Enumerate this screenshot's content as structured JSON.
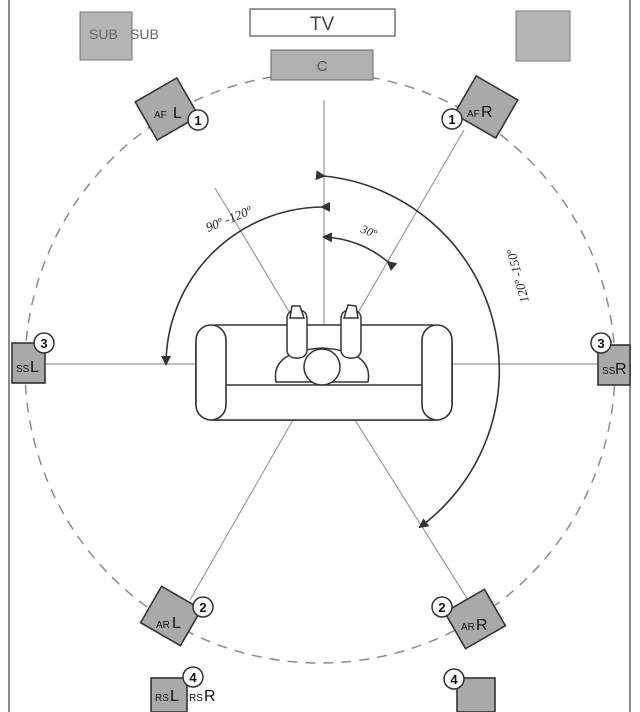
{
  "tv_label": "TV",
  "subwoofers": {
    "left_label": "SUB",
    "right_label": "SUB"
  },
  "center_label": "C",
  "front_left": {
    "prefix": "AF",
    "side": "L",
    "badge": "1"
  },
  "front_right": {
    "prefix": "AF",
    "side": "R",
    "badge": "1"
  },
  "side_left": {
    "prefix": "SS",
    "side": "L",
    "badge": "3"
  },
  "side_right": {
    "prefix": "SS",
    "side": "R",
    "badge": "3"
  },
  "rear_left": {
    "prefix": "AR",
    "side": "L",
    "badge": "2"
  },
  "rear_right": {
    "prefix": "AR",
    "side": "R",
    "badge": "2"
  },
  "back_left": {
    "prefix": "RS",
    "side": "L",
    "badge": "4"
  },
  "back_right": {
    "prefix": "RS",
    "side": "R",
    "badge": "4"
  },
  "angles": {
    "front": "30º",
    "side": "90º -120º",
    "rear": "120º -150º"
  },
  "colors": {
    "speaker_fill": "#a9a9a9",
    "speaker_stroke": "#3a3a3a",
    "line": "#9a9a9a",
    "circle": "#8c8c8c",
    "text": "#1a1a1a"
  }
}
